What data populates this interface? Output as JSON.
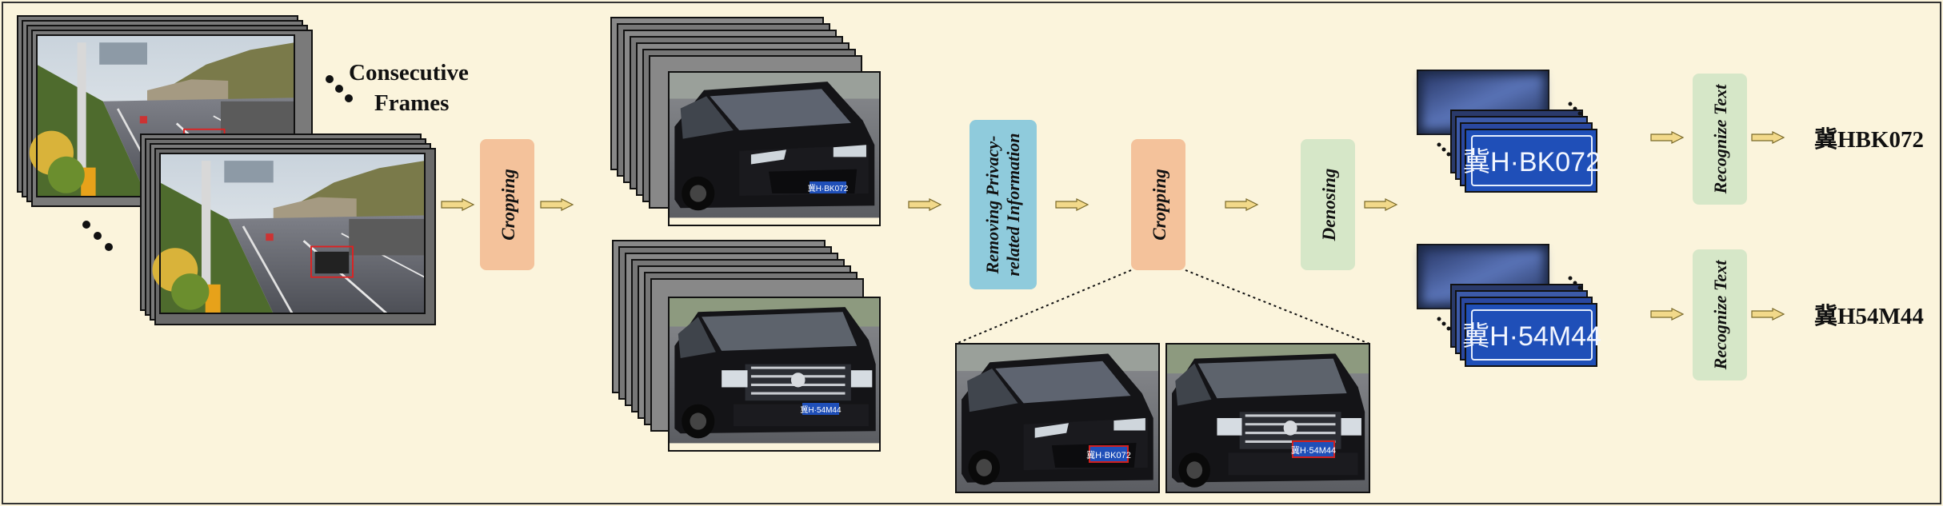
{
  "consecutive_frames_label": [
    "Consecutive",
    "Frames"
  ],
  "ellipsis": "...",
  "steps": {
    "cropping_1": "Cropping",
    "removing_privacy": [
      "Removing Privacy-",
      "related Information"
    ],
    "cropping_2": "Cropping",
    "denoising": "Denosing",
    "recognize_1": "Recognize Text",
    "recognize_2": "Recognize Text"
  },
  "plates": {
    "plate_1_text": "冀H·BK072",
    "plate_2_text": "冀H·54M44",
    "small_plate_1": "冀H·BK072",
    "small_plate_2": "冀H·54M44"
  },
  "results": {
    "result_1": "冀HBK072",
    "result_2": "冀H54M44"
  },
  "colors": {
    "background": "#fbf4dc",
    "cropping_box": "#f4c29b",
    "privacy_box": "#8fcbdc",
    "denoise_box": "#d6e7c8",
    "recognize_box": "#d6e7c8",
    "arrow_fill": "#f2d98a",
    "plate_blue": "#1f4fb8"
  }
}
